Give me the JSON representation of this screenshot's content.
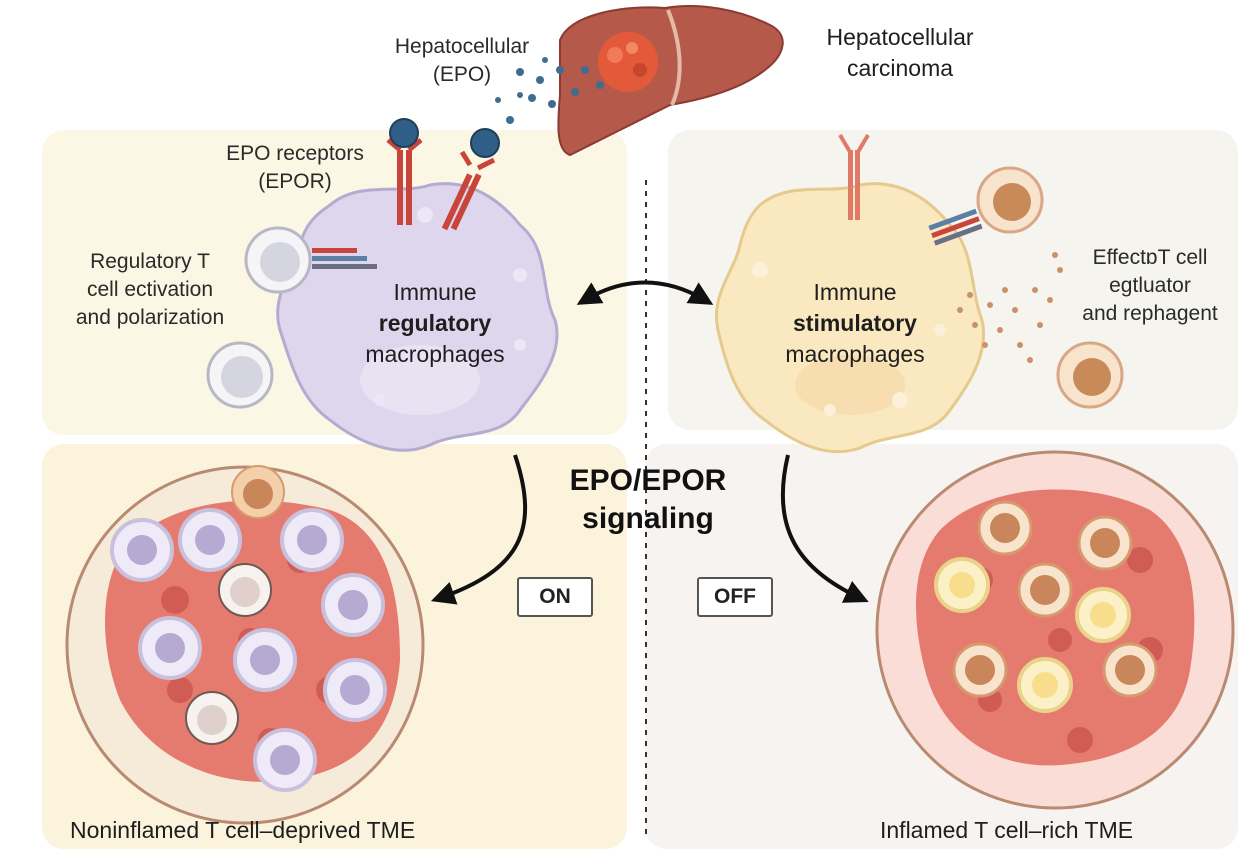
{
  "labels": {
    "hepatocellular_epo": [
      "Hepatocellular",
      "(EPO)"
    ],
    "hcc": [
      "Hepatocellular",
      "carcinoma"
    ],
    "epo_receptors": [
      "EPO receptors",
      "(EPOR)"
    ],
    "treg_activation": [
      "Regulatory T",
      "cell ectivation",
      "and polarization"
    ],
    "regulatory_macrophages": [
      "Immune",
      "regulatory",
      "macrophages"
    ],
    "stimulatory_macrophages": [
      "Immune",
      "stimulatory",
      "macrophages"
    ],
    "effector_activation": [
      "EffectɒT cell",
      "egtluator",
      "and rephagent"
    ],
    "signaling": [
      "EPO/EPOR",
      "signaling"
    ],
    "on_badge": "ON",
    "off_badge": "OFF",
    "noninflamed_tme": "Noninflamed T cell–deprived TME",
    "inflamed_tme": "Inflamed T cell–rich TME"
  },
  "colors": {
    "left_panel_bg": "#fbf7e4",
    "right_panel_bg": "#f5f4ef",
    "bottom_left_bg": "#fbf3dc",
    "bottom_right_bg": "#f7f3f0",
    "regulatory_macrophage": "#ddd6ec",
    "stimulatory_macrophage": "#fae8c0",
    "liver": "#b55a4a",
    "tumor": "#e25a3a",
    "tumor_cell": "#e57b6e",
    "receptor_red": "#c9443a",
    "epo_ligand": "#2f5f86"
  }
}
